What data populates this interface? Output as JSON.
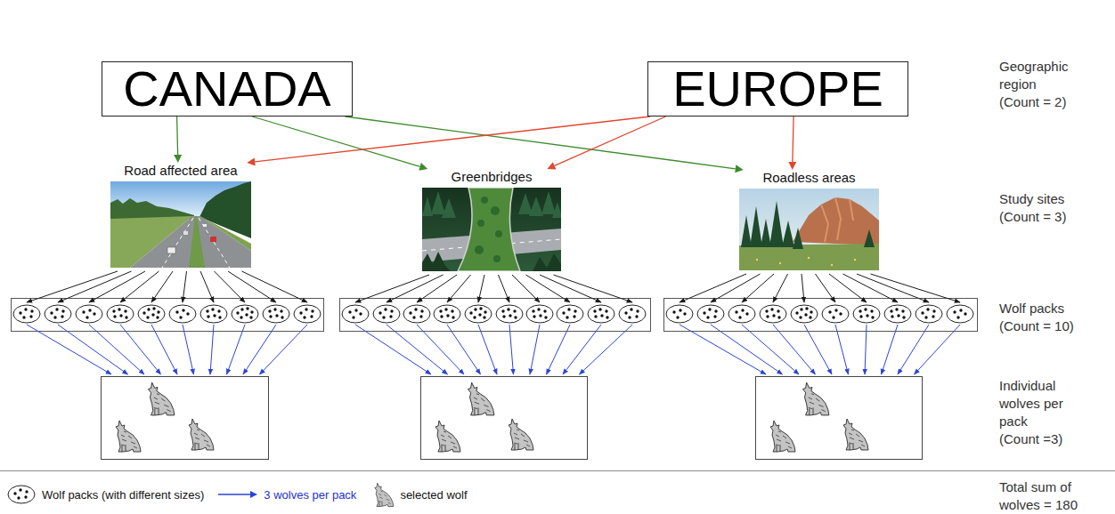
{
  "diagram": {
    "nodes": [
      {
        "text": [
          "Geographic region (Count = 2)"
        ]
      },
      {
        "text": [
          "CANADA"
        ],
        "in": 0
      },
      {
        "text": [
          "EUROPE"
        ],
        "in": 0
      },
      {
        "text": [
          "Study sites (Count = 3)"
        ]
      },
      {
        "text": [
          "Road affected area"
        ],
        "in": 3
      },
      {
        "text": [
          "Greenbridges"
        ],
        "in": 3
      },
      {
        "text": [
          "Roadless areas"
        ],
        "in": 3
      },
      {
        "text": [
          "Wolf packs (Count = 10)"
        ]
      },
      {
        "text": [
          "Individual wolves per pack (Count =3)"
        ]
      }
    ],
    "edges": [
      {
        "from": 1,
        "to": 4,
        "arrow": "to"
      },
      {
        "from": 1,
        "to": 5,
        "arrow": "to"
      },
      {
        "from": 1,
        "to": 6,
        "arrow": "to"
      },
      {
        "from": 2,
        "to": 4,
        "arrow": "to"
      },
      {
        "from": 2,
        "to": 5,
        "arrow": "to"
      },
      {
        "from": 2,
        "to": 6,
        "arrow": "to"
      }
    ],
    "labels": [
      "Total sum of wolves = 180"
    ],
    "legend": [
      {
        "text": "Wolf packs (with different sizes)"
      },
      {
        "text": "3 wolves per pack"
      },
      {
        "text": "selected wolf"
      }
    ]
  }
}
